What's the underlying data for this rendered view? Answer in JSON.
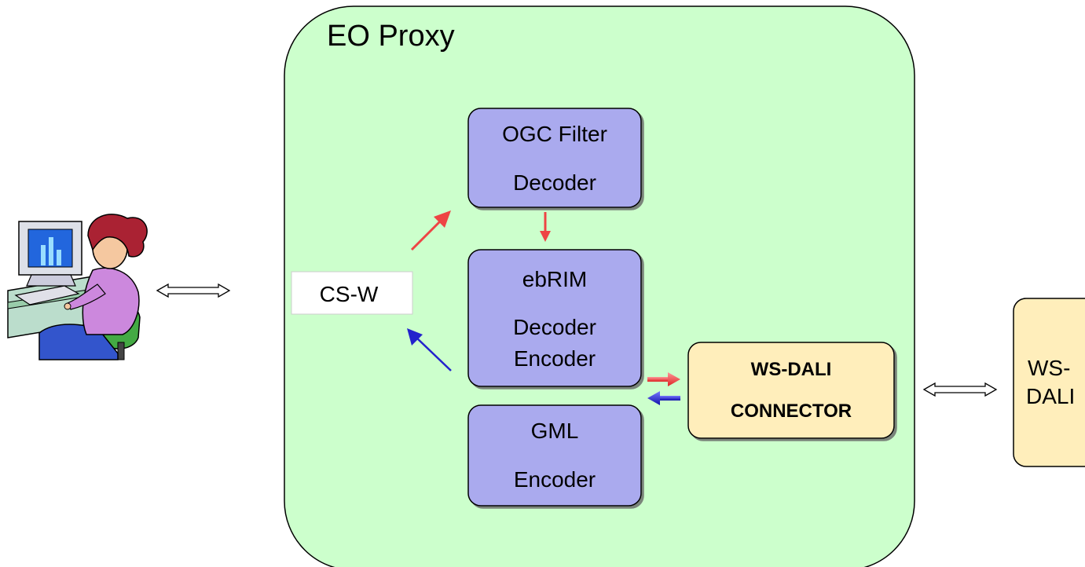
{
  "proxy": {
    "title": "EO Proxy"
  },
  "csw": {
    "label": "CS-W"
  },
  "ogc_filter": {
    "line1": "OGC Filter",
    "line2": "Decoder"
  },
  "ebrim": {
    "line1": "ebRIM",
    "line2": "Decoder",
    "line3": "Encoder"
  },
  "gml": {
    "line1": "GML",
    "line2": "Encoder"
  },
  "connector": {
    "line1": "WS-DALI",
    "line2": "CONNECTOR"
  },
  "ws_dali": {
    "line1": "WS-",
    "line2": "DALI"
  },
  "colors": {
    "proxy_fill": "#ccffcc",
    "module_fill": "#aaaaee",
    "connector_fill": "#ffeebb",
    "request_arrow": "#ee4444",
    "response_arrow": "#2222cc"
  }
}
